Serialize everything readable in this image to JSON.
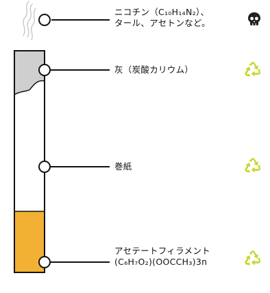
{
  "labels": {
    "smoke": {
      "line1": "ニコチン（C₁₀H₁₄N₂）、",
      "line2": "タール、アセトンなど。",
      "icon": "skull-icon"
    },
    "ash": {
      "text": "灰（炭酸カリウム）",
      "icon": "recycle-icon"
    },
    "paper": {
      "text": "巻紙",
      "icon": "recycle-icon"
    },
    "filter": {
      "line1": "アセテートフィラメント",
      "line2": "(C₆H₇O₂)(OOCCH₃)3n",
      "icon": "recycle-icon"
    }
  },
  "colors": {
    "ash_fill": "#cfcfcf",
    "filter_fill": "#f2b134",
    "recycle": "#c8d630",
    "skull": "#222222",
    "smoke": "#c8c8c8",
    "outline": "#111111"
  }
}
